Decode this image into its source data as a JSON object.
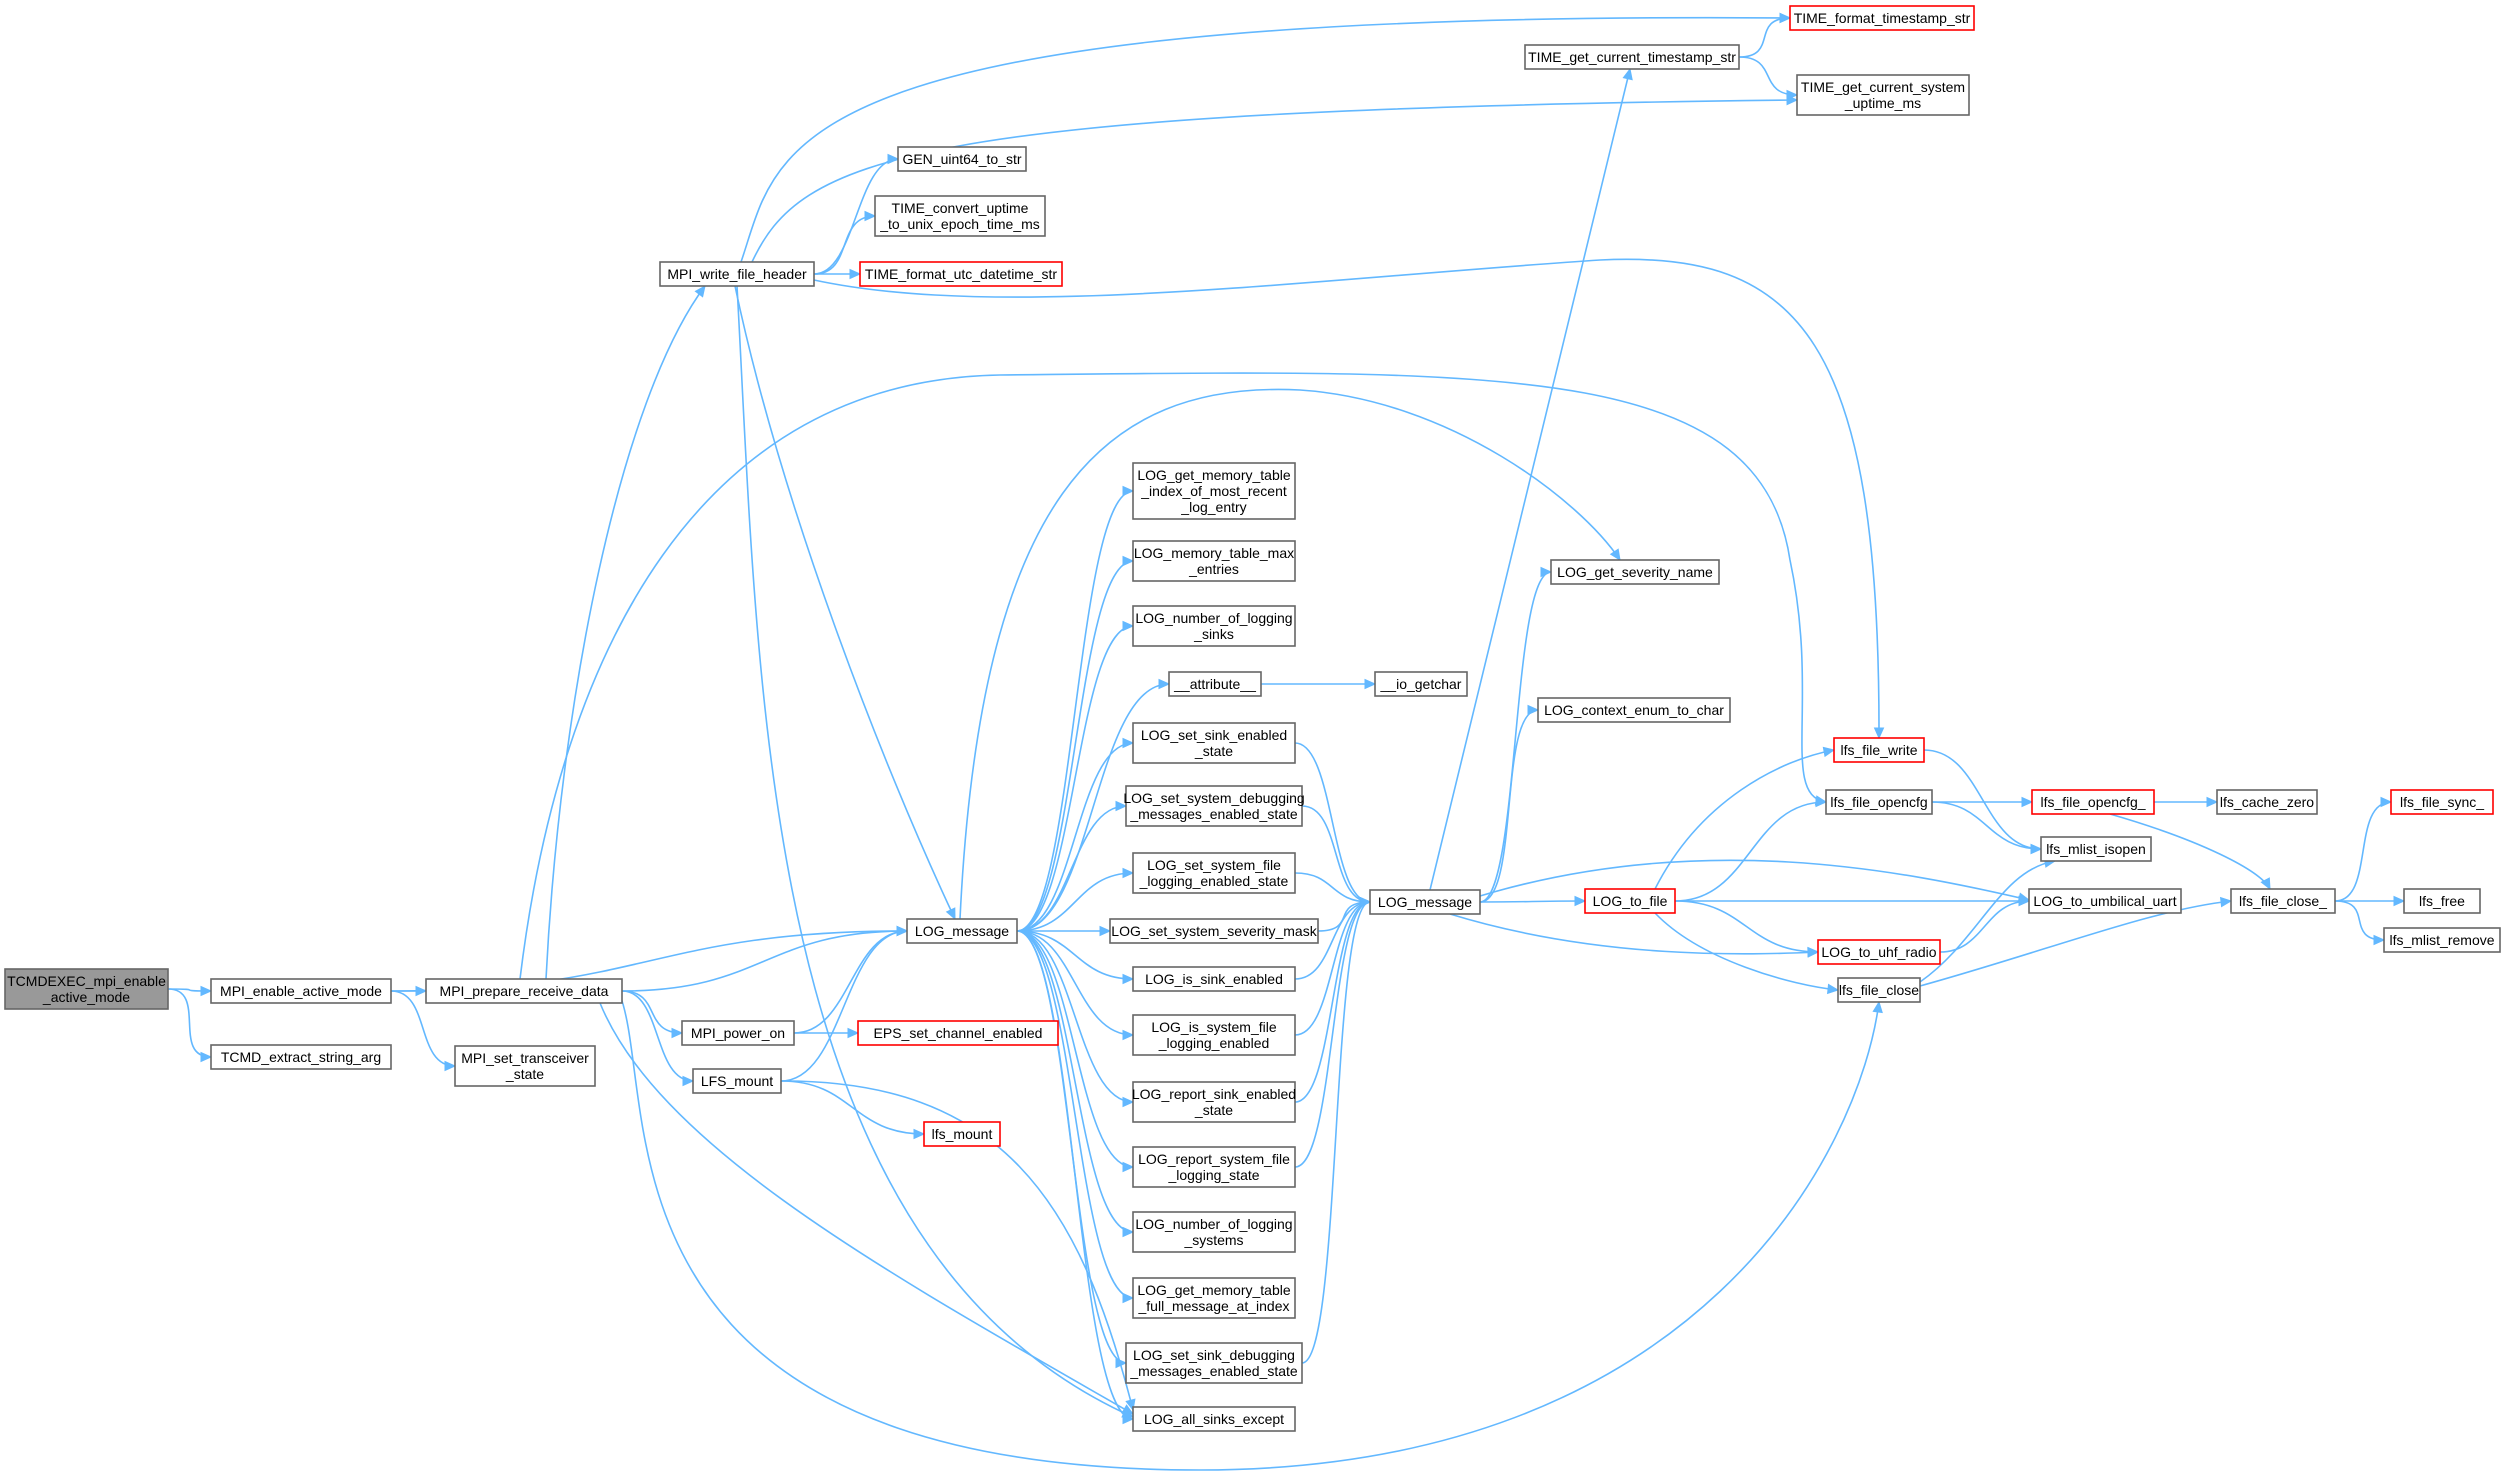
{
  "diagram": {
    "type": "call-graph",
    "colors": {
      "edge": "#63b8ff",
      "node_border": "#666666",
      "node_border_external": "#ff0000",
      "root_fill": "#999999",
      "node_fill": "#ffffff"
    },
    "nodes": [
      {
        "id": "n_root",
        "lines": [
          "TCMDEXEC_mpi_enable",
          "_active_mode"
        ],
        "kind": "root"
      },
      {
        "id": "n_mpi_enable",
        "lines": [
          "MPI_enable_active_mode"
        ],
        "kind": "normal"
      },
      {
        "id": "n_tcmd_extract",
        "lines": [
          "TCMD_extract_string_arg"
        ],
        "kind": "normal"
      },
      {
        "id": "n_mpi_prepare",
        "lines": [
          "MPI_prepare_receive_data"
        ],
        "kind": "normal"
      },
      {
        "id": "n_mpi_set_trans",
        "lines": [
          "MPI_set_transceiver",
          "_state"
        ],
        "kind": "normal"
      },
      {
        "id": "n_mpi_write_hdr",
        "lines": [
          "MPI_write_file_header"
        ],
        "kind": "normal"
      },
      {
        "id": "n_mpi_power_on",
        "lines": [
          "MPI_power_on"
        ],
        "kind": "normal"
      },
      {
        "id": "n_lfs_mount_wrap",
        "lines": [
          "LFS_mount"
        ],
        "kind": "normal"
      },
      {
        "id": "n_eps_set",
        "lines": [
          "EPS_set_channel_enabled"
        ],
        "kind": "external"
      },
      {
        "id": "n_lfs_mount",
        "lines": [
          "lfs_mount"
        ],
        "kind": "external"
      },
      {
        "id": "n_log_message_1",
        "lines": [
          "LOG_message"
        ],
        "kind": "normal"
      },
      {
        "id": "n_gen_uint64",
        "lines": [
          "GEN_uint64_to_str"
        ],
        "kind": "normal"
      },
      {
        "id": "n_time_convert",
        "lines": [
          "TIME_convert_uptime",
          "_to_unix_epoch_time_ms"
        ],
        "kind": "normal"
      },
      {
        "id": "n_time_fmt_utc",
        "lines": [
          "TIME_format_utc_datetime_str"
        ],
        "kind": "external"
      },
      {
        "id": "n_log_get_mem_idx",
        "lines": [
          "LOG_get_memory_table",
          "_index_of_most_recent",
          "_log_entry"
        ],
        "kind": "normal"
      },
      {
        "id": "n_log_mem_max",
        "lines": [
          "LOG_memory_table_max",
          "_entries"
        ],
        "kind": "normal"
      },
      {
        "id": "n_log_num_sinks",
        "lines": [
          "LOG_number_of_logging",
          "_sinks"
        ],
        "kind": "normal"
      },
      {
        "id": "n_attribute",
        "lines": [
          "__attribute__"
        ],
        "kind": "normal"
      },
      {
        "id": "n_io_getchar",
        "lines": [
          "__io_getchar"
        ],
        "kind": "normal"
      },
      {
        "id": "n_log_set_sink_en",
        "lines": [
          "LOG_set_sink_enabled",
          "_state"
        ],
        "kind": "normal"
      },
      {
        "id": "n_log_set_sys_dbg",
        "lines": [
          "LOG_set_system_debugging",
          "_messages_enabled_state"
        ],
        "kind": "normal"
      },
      {
        "id": "n_log_set_sys_file",
        "lines": [
          "LOG_set_system_file",
          "_logging_enabled_state"
        ],
        "kind": "normal"
      },
      {
        "id": "n_log_set_sev",
        "lines": [
          "LOG_set_system_severity_mask"
        ],
        "kind": "normal"
      },
      {
        "id": "n_log_is_sink_en",
        "lines": [
          "LOG_is_sink_enabled"
        ],
        "kind": "normal"
      },
      {
        "id": "n_log_is_sys_file",
        "lines": [
          "LOG_is_system_file",
          "_logging_enabled"
        ],
        "kind": "normal"
      },
      {
        "id": "n_log_report_sink",
        "lines": [
          "LOG_report_sink_enabled",
          "_state"
        ],
        "kind": "normal"
      },
      {
        "id": "n_log_report_sys_file",
        "lines": [
          "LOG_report_system_file",
          "_logging_state"
        ],
        "kind": "normal"
      },
      {
        "id": "n_log_num_systems",
        "lines": [
          "LOG_number_of_logging",
          "_systems"
        ],
        "kind": "normal"
      },
      {
        "id": "n_log_get_mem_full",
        "lines": [
          "LOG_get_memory_table",
          "_full_message_at_index"
        ],
        "kind": "normal"
      },
      {
        "id": "n_log_set_sink_dbg",
        "lines": [
          "LOG_set_sink_debugging",
          "_messages_enabled_state"
        ],
        "kind": "normal"
      },
      {
        "id": "n_log_all_sinks",
        "lines": [
          "LOG_all_sinks_except"
        ],
        "kind": "normal"
      },
      {
        "id": "n_log_message_2",
        "lines": [
          "LOG_message"
        ],
        "kind": "normal"
      },
      {
        "id": "n_time_get_ts",
        "lines": [
          "TIME_get_current_timestamp_str"
        ],
        "kind": "normal"
      },
      {
        "id": "n_time_fmt_ts",
        "lines": [
          "TIME_format_timestamp_str"
        ],
        "kind": "external"
      },
      {
        "id": "n_time_get_uptime",
        "lines": [
          "TIME_get_current_system",
          "_uptime_ms"
        ],
        "kind": "normal"
      },
      {
        "id": "n_log_get_sev_name",
        "lines": [
          "LOG_get_severity_name"
        ],
        "kind": "normal"
      },
      {
        "id": "n_log_ctx_enum",
        "lines": [
          "LOG_context_enum_to_char"
        ],
        "kind": "normal"
      },
      {
        "id": "n_log_to_file",
        "lines": [
          "LOG_to_file"
        ],
        "kind": "external"
      },
      {
        "id": "n_log_to_uhf",
        "lines": [
          "LOG_to_uhf_radio"
        ],
        "kind": "external"
      },
      {
        "id": "n_lfs_file_write",
        "lines": [
          "lfs_file_write"
        ],
        "kind": "external"
      },
      {
        "id": "n_lfs_file_opencfg",
        "lines": [
          "lfs_file_opencfg"
        ],
        "kind": "normal"
      },
      {
        "id": "n_lfs_file_close",
        "lines": [
          "lfs_file_close"
        ],
        "kind": "normal"
      },
      {
        "id": "n_lfs_file_opencfg_",
        "lines": [
          "lfs_file_opencfg_"
        ],
        "kind": "external"
      },
      {
        "id": "n_lfs_mlist_isopen",
        "lines": [
          "lfs_mlist_isopen"
        ],
        "kind": "normal"
      },
      {
        "id": "n_log_to_umb",
        "lines": [
          "LOG_to_umbilical_uart"
        ],
        "kind": "normal"
      },
      {
        "id": "n_lfs_cache_zero",
        "lines": [
          "lfs_cache_zero"
        ],
        "kind": "normal"
      },
      {
        "id": "n_lfs_file_close_",
        "lines": [
          "lfs_file_close_"
        ],
        "kind": "normal"
      },
      {
        "id": "n_lfs_file_sync_",
        "lines": [
          "lfs_file_sync_"
        ],
        "kind": "external"
      },
      {
        "id": "n_lfs_free",
        "lines": [
          "lfs_free"
        ],
        "kind": "normal"
      },
      {
        "id": "n_lfs_mlist_remove",
        "lines": [
          "lfs_mlist_remove"
        ],
        "kind": "normal"
      }
    ],
    "edges": [
      [
        "n_root",
        "n_mpi_enable"
      ],
      [
        "n_root",
        "n_tcmd_extract"
      ],
      [
        "n_mpi_enable",
        "n_mpi_prepare"
      ],
      [
        "n_mpi_enable",
        "n_mpi_set_trans"
      ],
      [
        "n_mpi_enable",
        "n_log_message_1"
      ],
      [
        "n_mpi_prepare",
        "n_mpi_write_hdr"
      ],
      [
        "n_mpi_prepare",
        "n_mpi_power_on"
      ],
      [
        "n_mpi_prepare",
        "n_lfs_mount_wrap"
      ],
      [
        "n_mpi_prepare",
        "n_log_message_1"
      ],
      [
        "n_mpi_prepare",
        "n_lfs_file_opencfg"
      ],
      [
        "n_mpi_prepare",
        "n_lfs_file_close"
      ],
      [
        "n_mpi_prepare",
        "n_log_all_sinks"
      ],
      [
        "n_mpi_write_hdr",
        "n_time_fmt_ts"
      ],
      [
        "n_mpi_write_hdr",
        "n_time_get_uptime"
      ],
      [
        "n_mpi_write_hdr",
        "n_gen_uint64"
      ],
      [
        "n_mpi_write_hdr",
        "n_time_convert"
      ],
      [
        "n_mpi_write_hdr",
        "n_time_fmt_utc"
      ],
      [
        "n_mpi_write_hdr",
        "n_lfs_file_write"
      ],
      [
        "n_mpi_write_hdr",
        "n_log_message_1"
      ],
      [
        "n_mpi_write_hdr",
        "n_log_all_sinks"
      ],
      [
        "n_mpi_power_on",
        "n_log_message_1"
      ],
      [
        "n_mpi_power_on",
        "n_eps_set"
      ],
      [
        "n_lfs_mount_wrap",
        "n_log_message_1"
      ],
      [
        "n_lfs_mount_wrap",
        "n_lfs_mount"
      ],
      [
        "n_lfs_mount_wrap",
        "n_log_all_sinks"
      ],
      [
        "n_log_message_1",
        "n_log_get_sev_name"
      ],
      [
        "n_log_message_1",
        "n_log_get_mem_idx"
      ],
      [
        "n_log_message_1",
        "n_log_mem_max"
      ],
      [
        "n_log_message_1",
        "n_log_num_sinks"
      ],
      [
        "n_log_message_1",
        "n_attribute"
      ],
      [
        "n_log_message_1",
        "n_log_set_sink_en"
      ],
      [
        "n_log_message_1",
        "n_log_set_sys_dbg"
      ],
      [
        "n_log_message_1",
        "n_log_set_sys_file"
      ],
      [
        "n_log_message_1",
        "n_log_set_sev"
      ],
      [
        "n_log_message_1",
        "n_log_is_sink_en"
      ],
      [
        "n_log_message_1",
        "n_log_is_sys_file"
      ],
      [
        "n_log_message_1",
        "n_log_report_sink"
      ],
      [
        "n_log_message_1",
        "n_log_report_sys_file"
      ],
      [
        "n_log_message_1",
        "n_log_num_systems"
      ],
      [
        "n_log_message_1",
        "n_log_get_mem_full"
      ],
      [
        "n_log_message_1",
        "n_log_set_sink_dbg"
      ],
      [
        "n_log_message_1",
        "n_log_all_sinks"
      ],
      [
        "n_attribute",
        "n_io_getchar"
      ],
      [
        "n_log_set_sink_en",
        "n_log_message_2"
      ],
      [
        "n_log_set_sys_dbg",
        "n_log_message_2"
      ],
      [
        "n_log_set_sys_file",
        "n_log_message_2"
      ],
      [
        "n_log_set_sev",
        "n_log_message_2"
      ],
      [
        "n_log_is_sink_en",
        "n_log_message_2"
      ],
      [
        "n_log_is_sys_file",
        "n_log_message_2"
      ],
      [
        "n_log_report_sink",
        "n_log_message_2"
      ],
      [
        "n_log_report_sys_file",
        "n_log_message_2"
      ],
      [
        "n_log_set_sink_dbg",
        "n_log_message_2"
      ],
      [
        "n_log_message_2",
        "n_time_get_ts"
      ],
      [
        "n_log_message_2",
        "n_log_get_sev_name"
      ],
      [
        "n_log_message_2",
        "n_log_ctx_enum"
      ],
      [
        "n_log_message_2",
        "n_log_to_file"
      ],
      [
        "n_log_message_2",
        "n_log_to_uhf"
      ],
      [
        "n_log_message_2",
        "n_log_to_umb"
      ],
      [
        "n_time_get_ts",
        "n_time_fmt_ts"
      ],
      [
        "n_time_get_ts",
        "n_time_get_uptime"
      ],
      [
        "n_log_to_file",
        "n_lfs_file_write"
      ],
      [
        "n_log_to_file",
        "n_lfs_file_opencfg"
      ],
      [
        "n_log_to_file",
        "n_log_to_umb"
      ],
      [
        "n_log_to_file",
        "n_log_to_uhf"
      ],
      [
        "n_log_to_file",
        "n_lfs_file_close"
      ],
      [
        "n_log_to_uhf",
        "n_log_to_umb"
      ],
      [
        "n_lfs_file_write",
        "n_lfs_mlist_isopen"
      ],
      [
        "n_lfs_file_opencfg",
        "n_lfs_file_opencfg_"
      ],
      [
        "n_lfs_file_opencfg",
        "n_lfs_mlist_isopen"
      ],
      [
        "n_lfs_file_close",
        "n_lfs_mlist_isopen"
      ],
      [
        "n_lfs_file_close",
        "n_lfs_file_close_"
      ],
      [
        "n_lfs_file_opencfg_",
        "n_lfs_cache_zero"
      ],
      [
        "n_lfs_file_opencfg_",
        "n_lfs_file_close_"
      ],
      [
        "n_lfs_file_close_",
        "n_lfs_file_sync_"
      ],
      [
        "n_lfs_file_close_",
        "n_lfs_free"
      ],
      [
        "n_lfs_file_close_",
        "n_lfs_mlist_remove"
      ]
    ]
  }
}
